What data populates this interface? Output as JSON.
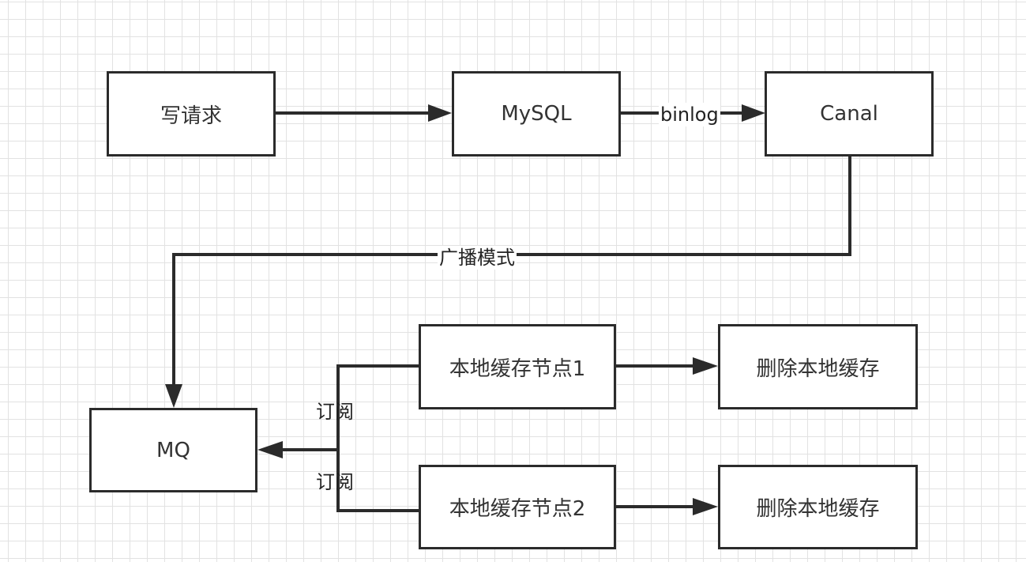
{
  "nodes": {
    "write_request": "写请求",
    "mysql": "MySQL",
    "canal": "Canal",
    "mq": "MQ",
    "local_cache_node_1": "本地缓存节点1",
    "local_cache_node_2": "本地缓存节点2",
    "delete_local_cache_1": "删除本地缓存",
    "delete_local_cache_2": "删除本地缓存"
  },
  "edges": {
    "binlog": "binlog",
    "broadcast_mode": "广播模式",
    "subscribe_1": "订阅",
    "subscribe_2": "订阅"
  },
  "colors": {
    "stroke": "#2b2b2b",
    "grid": "#e2e2e2",
    "background": "#ffffff"
  }
}
